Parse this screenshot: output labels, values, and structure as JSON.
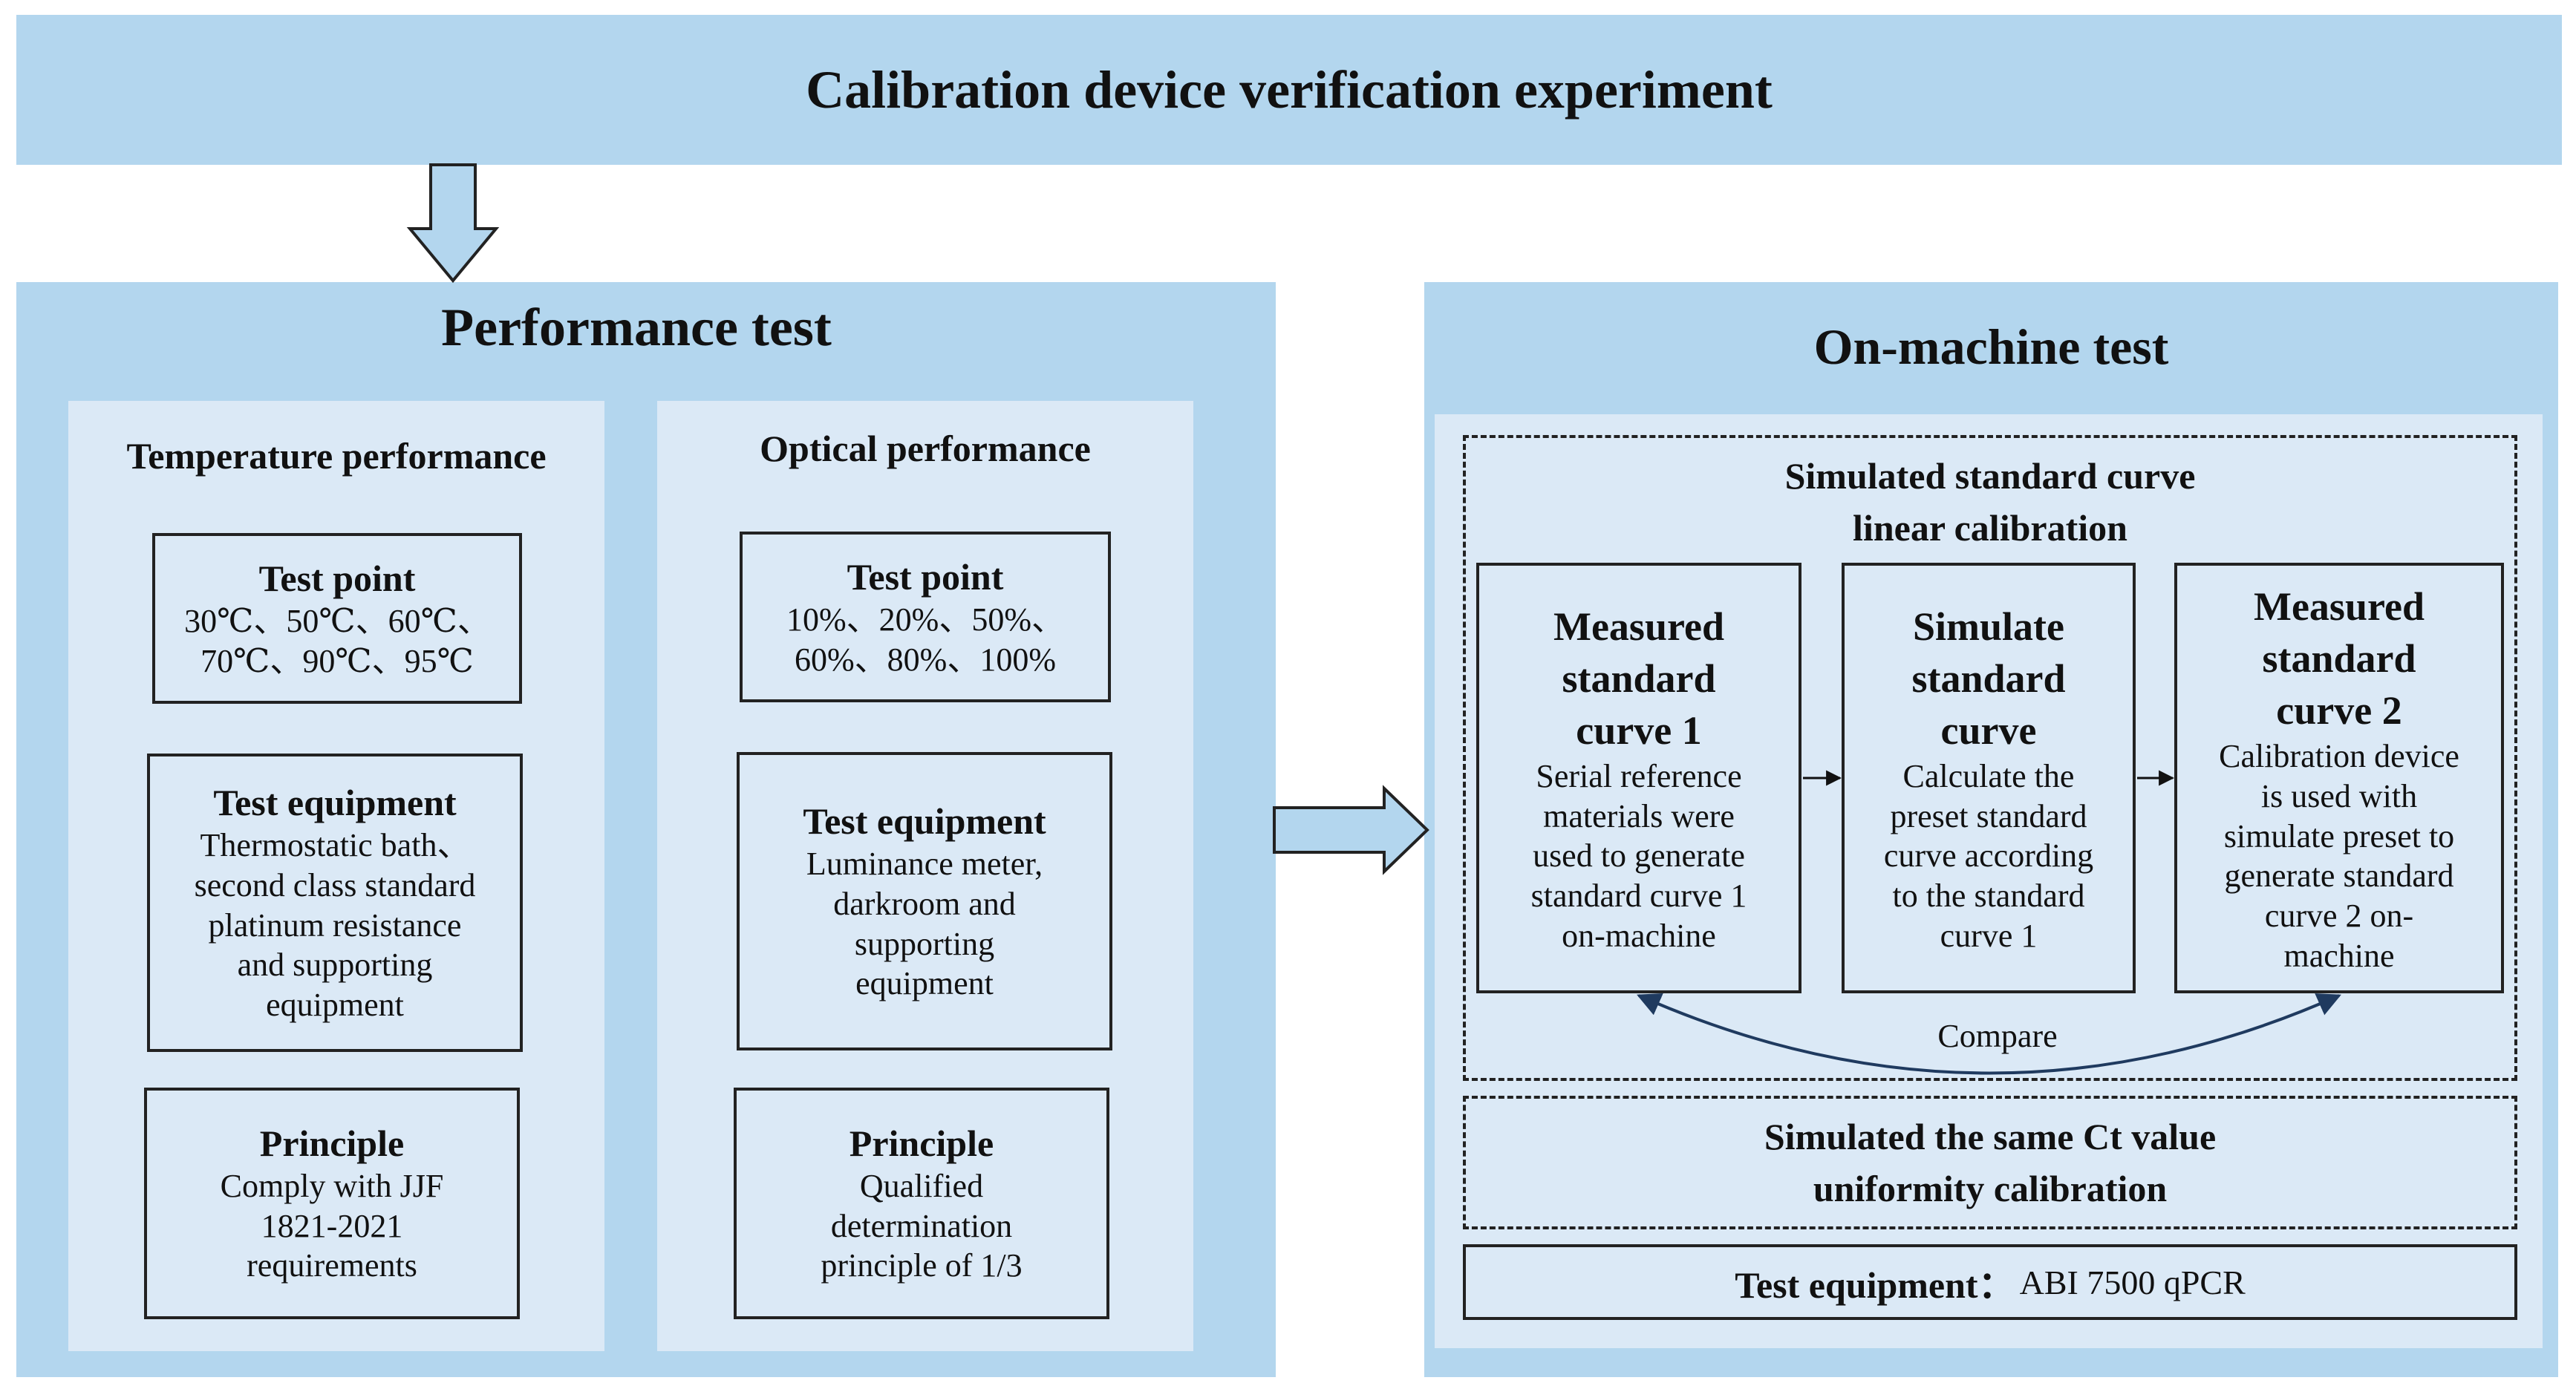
{
  "header": {
    "title": "Calibration device verification experiment"
  },
  "performance": {
    "title": "Performance test",
    "temperature": {
      "title": "Temperature performance",
      "test_point": {
        "label": "Test point",
        "line1": "30℃、50℃、60℃、",
        "line2": "70℃、90℃、95℃"
      },
      "equipment": {
        "label": "Test equipment",
        "lines": [
          "Thermostatic bath、",
          "second class standard",
          "platinum resistance",
          "and supporting",
          "equipment"
        ]
      },
      "principle": {
        "label": "Principle",
        "lines": [
          "Comply with JJF",
          "1821-2021",
          "requirements"
        ]
      }
    },
    "optical": {
      "title": "Optical performance",
      "test_point": {
        "label": "Test point",
        "line1": "10%、20%、50%、",
        "line2": "60%、80%、100%"
      },
      "equipment": {
        "label": "Test equipment",
        "lines": [
          "Luminance meter,",
          "darkroom and",
          "supporting",
          "equipment"
        ]
      },
      "principle": {
        "label": "Principle",
        "lines": [
          "Qualified",
          "determination",
          "principle of 1/3"
        ]
      }
    }
  },
  "onmachine": {
    "title": "On-machine test",
    "linear": {
      "title_line1": "Simulated standard curve",
      "title_line2": "linear calibration",
      "measured1": {
        "title_lines": [
          "Measured",
          "standard",
          "curve 1"
        ],
        "lines": [
          "Serial reference",
          "materials were",
          "used to generate",
          "standard curve 1",
          "on-machine"
        ]
      },
      "simulate": {
        "title_lines": [
          "Simulate",
          "standard",
          "curve"
        ],
        "lines": [
          "Calculate the",
          "preset standard",
          "curve according",
          "to the standard",
          "curve 1"
        ]
      },
      "measured2": {
        "title_lines": [
          "Measured",
          "standard",
          "curve 2"
        ],
        "lines": [
          "Calibration device",
          "is used with",
          "simulate preset to",
          "generate standard",
          "curve 2 on-",
          "machine"
        ]
      },
      "compare": "Compare"
    },
    "uniformity": {
      "line1": "Simulated the same Ct value",
      "line2": "uniformity calibration"
    },
    "equipment": {
      "label": "Test equipment：",
      "value": "ABI 7500 qPCR"
    }
  },
  "colors": {
    "panel": "#b3d6ee",
    "subpanel": "#dbe9f6",
    "arrow_fill": "#b3d6ee",
    "curve": "#1f3a5f"
  }
}
